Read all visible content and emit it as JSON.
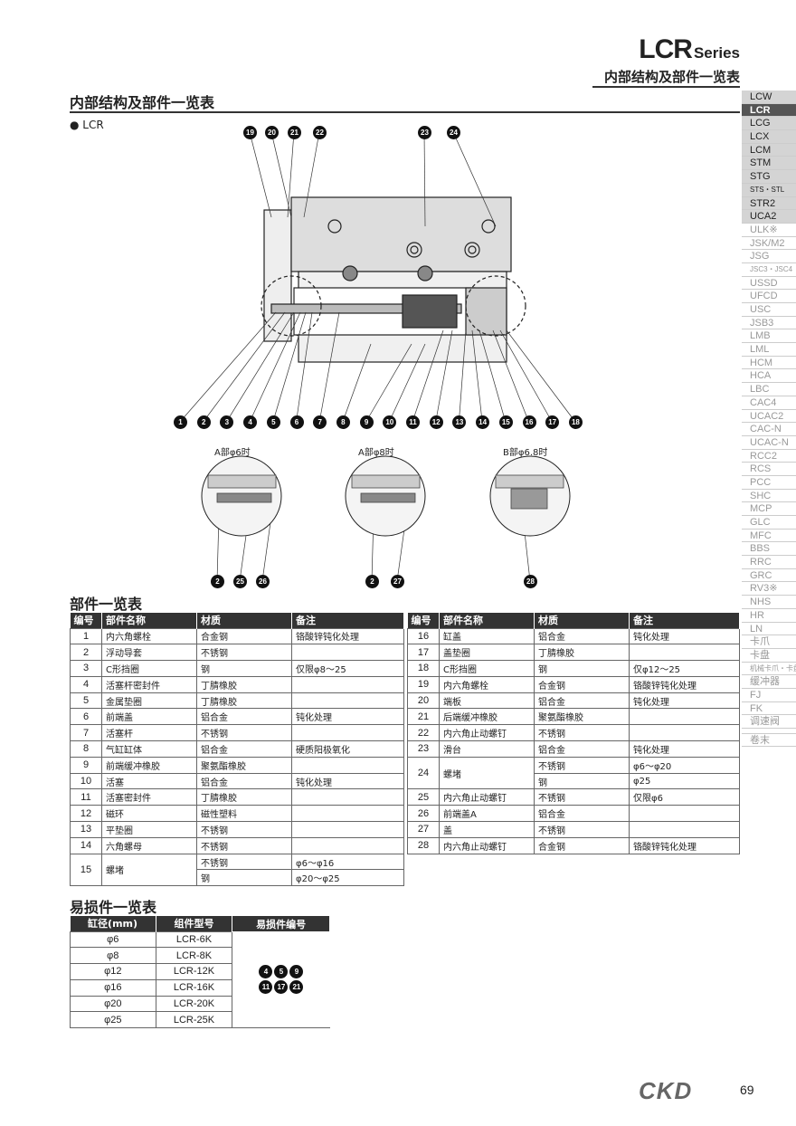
{
  "header": {
    "series_code": "LCR",
    "series_word": "Series",
    "subtitle": "内部结构及部件一览表"
  },
  "section_title": "内部结构及部件一览表",
  "model_label": "● LCR",
  "sidebar": [
    "LCW",
    "LCR",
    "LCG",
    "LCX",
    "LCM",
    "STM",
    "STG",
    "STS・STL",
    "STR2",
    "UCA2",
    "ULK※",
    "JSK/M2",
    "JSG",
    "JSC3・JSC4",
    "USSD",
    "UFCD",
    "USC",
    "JSB3",
    "LMB",
    "LML",
    "HCM",
    "HCA",
    "LBC",
    "CAC4",
    "UCAC2",
    "CAC-N",
    "UCAC-N",
    "RCC2",
    "RCS",
    "PCC",
    "SHC",
    "MCP",
    "GLC",
    "MFC",
    "BBS",
    "RRC",
    "GRC",
    "RV3※",
    "NHS",
    "HR",
    "LN",
    "卡爪",
    "卡盘",
    "机械卡爪・卡盘",
    "缓冲器",
    "FJ",
    "FK",
    "调速阀",
    "卷末"
  ],
  "sidebar_active": "LCR",
  "diagram": {
    "top_callouts": [
      "19",
      "20",
      "21",
      "22",
      "23",
      "24"
    ],
    "bottom_callouts": [
      "1",
      "2",
      "3",
      "4",
      "5",
      "6",
      "7",
      "8",
      "9",
      "10",
      "11",
      "12",
      "13",
      "14",
      "15",
      "16",
      "17",
      "18"
    ],
    "details": [
      {
        "label": "A部φ6时",
        "callouts": [
          "2",
          "25",
          "26"
        ]
      },
      {
        "label": "A部φ8时",
        "callouts": [
          "2",
          "27"
        ]
      },
      {
        "label": "B部φ6.8时",
        "callouts": [
          "28"
        ]
      }
    ]
  },
  "parts_title": "部件一览表",
  "parts_headers": [
    "编号",
    "部件名称",
    "材质",
    "备注"
  ],
  "parts_left": [
    [
      "1",
      "内六角螺栓",
      "合金钢",
      "铬酸锌钝化处理"
    ],
    [
      "2",
      "浮动导套",
      "不锈钢",
      ""
    ],
    [
      "3",
      "C形挡圈",
      "钢",
      "仅限φ8～25"
    ],
    [
      "4",
      "活塞杆密封件",
      "丁腈橡胶",
      ""
    ],
    [
      "5",
      "金属垫圈",
      "丁腈橡胶",
      ""
    ],
    [
      "6",
      "前端盖",
      "铝合金",
      "钝化处理"
    ],
    [
      "7",
      "活塞杆",
      "不锈钢",
      ""
    ],
    [
      "8",
      "气缸缸体",
      "铝合金",
      "硬质阳极氧化"
    ],
    [
      "9",
      "前端缓冲橡胶",
      "聚氨酯橡胶",
      ""
    ],
    [
      "10",
      "活塞",
      "铝合金",
      "钝化处理"
    ],
    [
      "11",
      "活塞密封件",
      "丁腈橡胶",
      ""
    ],
    [
      "12",
      "磁环",
      "磁性塑料",
      ""
    ],
    [
      "13",
      "平垫圈",
      "不锈钢",
      ""
    ],
    [
      "14",
      "六角螺母",
      "不锈钢",
      ""
    ]
  ],
  "parts_left_15": {
    "no": "15",
    "name": "螺堵",
    "rows": [
      [
        "不锈钢",
        "φ6～φ16"
      ],
      [
        "钢",
        "φ20～φ25"
      ]
    ]
  },
  "parts_right_a": [
    [
      "16",
      "缸盖",
      "铝合金",
      "钝化处理"
    ],
    [
      "17",
      "盖垫圈",
      "丁腈橡胶",
      ""
    ],
    [
      "18",
      "C形挡圈",
      "钢",
      "仅φ12～25"
    ],
    [
      "19",
      "内六角螺栓",
      "合金钢",
      "铬酸锌钝化处理"
    ],
    [
      "20",
      "端板",
      "铝合金",
      "钝化处理"
    ],
    [
      "21",
      "后端缓冲橡胶",
      "聚氨酯橡胶",
      ""
    ],
    [
      "22",
      "内六角止动螺钉",
      "不锈钢",
      ""
    ],
    [
      "23",
      "滑台",
      "铝合金",
      "钝化处理"
    ]
  ],
  "parts_right_24": {
    "no": "24",
    "name": "螺堵",
    "rows": [
      [
        "不锈钢",
        "φ6～φ20"
      ],
      [
        "钢",
        "φ25"
      ]
    ]
  },
  "parts_right_b": [
    [
      "25",
      "内六角止动螺钉",
      "不锈钢",
      "仅限φ6"
    ],
    [
      "26",
      "前端盖A",
      "铝合金",
      ""
    ],
    [
      "27",
      "盖",
      "不锈钢",
      ""
    ],
    [
      "28",
      "内六角止动螺钉",
      "合金钢",
      "铬酸锌钝化处理"
    ]
  ],
  "spare_title": "易损件一览表",
  "spare_headers": [
    "缸径(mm)",
    "组件型号",
    "易损件编号"
  ],
  "spare_rows": [
    [
      "φ6",
      "LCR-6K"
    ],
    [
      "φ8",
      "LCR-8K"
    ],
    [
      "φ12",
      "LCR-12K"
    ],
    [
      "φ16",
      "LCR-16K"
    ],
    [
      "φ20",
      "LCR-20K"
    ],
    [
      "φ25",
      "LCR-25K"
    ]
  ],
  "spare_numbers": [
    [
      "4",
      "5",
      "9"
    ],
    [
      "11",
      "17",
      "21"
    ]
  ],
  "footer": {
    "logo": "CKD",
    "page": "69"
  }
}
